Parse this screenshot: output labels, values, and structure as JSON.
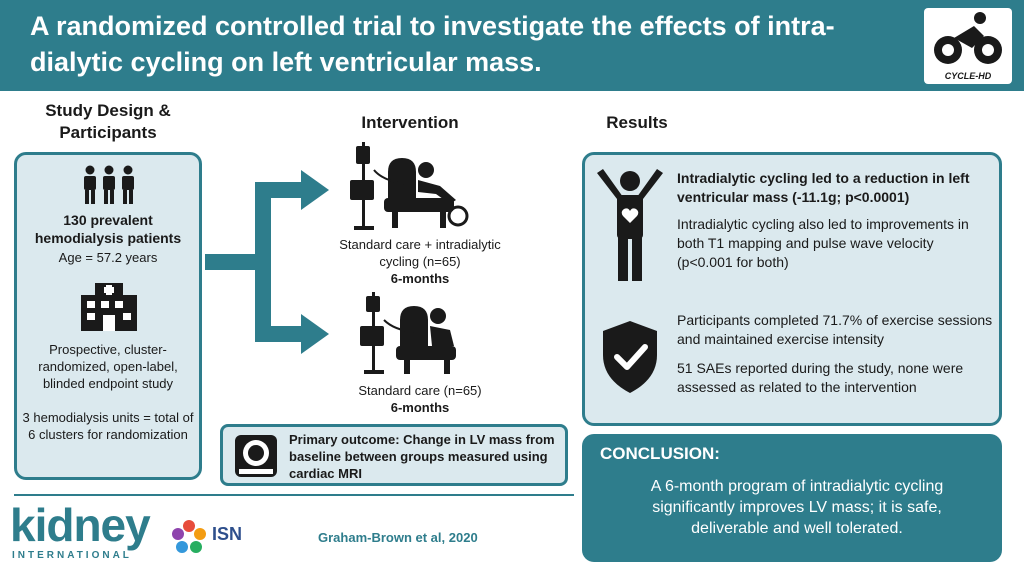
{
  "header": {
    "title": "A randomized controlled trial to investigate the effects of intra-dialytic cycling on left ventricular mass.",
    "logo_caption": "CYCLE-HD"
  },
  "design": {
    "heading": "Study Design & Participants",
    "patients": "130 prevalent hemodialysis patients",
    "age": "Age = 57.2 years",
    "study_type": "Prospective, cluster-randomized, open-label, blinded endpoint study",
    "clusters": "3 hemodialysis units = total of 6 clusters for randomization"
  },
  "intervention": {
    "heading": "Intervention",
    "arm1_label": "Standard care + intradialytic cycling (n=65)",
    "arm1_duration": "6-months",
    "arm2_label": "Standard care (n=65)",
    "arm2_duration": "6-months",
    "primary_outcome": "Primary outcome: Change in LV mass from baseline between groups measured using cardiac MRI"
  },
  "results": {
    "heading": "Results",
    "finding1": "Intradialytic cycling led to a reduction in left ventricular mass (-11.1g; p<0.0001)",
    "finding2": "Intradialytic cycling also led to improvements in both T1 mapping and pulse wave velocity (p<0.001 for both)",
    "finding3": "Participants completed 71.7% of exercise sessions and maintained exercise intensity",
    "finding4": "51 SAEs reported during the study, none were assessed as related to the intervention"
  },
  "conclusion": {
    "title": "CONCLUSION:",
    "text": "A 6-month program of intradialytic cycling significantly improves LV mass; it is safe, deliverable and well tolerated."
  },
  "footer": {
    "journal": "kidney",
    "journal_sub": "INTERNATIONAL",
    "society": "ISN",
    "citation": "Graham-Brown et al, 2020"
  },
  "colors": {
    "teal": "#2e7d8c",
    "panel_bg": "#dbe9ee"
  }
}
